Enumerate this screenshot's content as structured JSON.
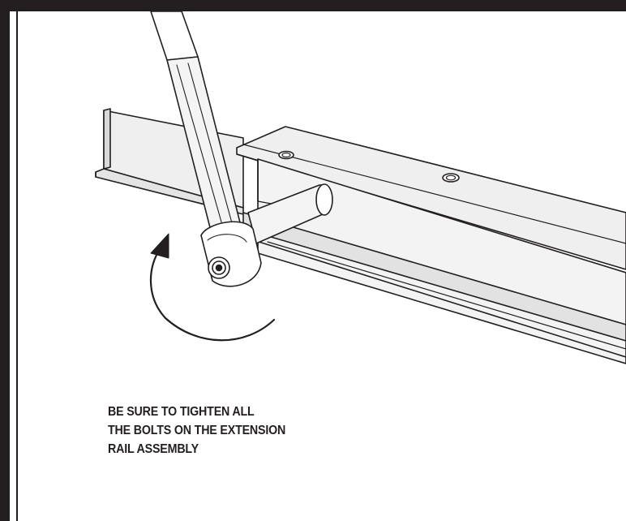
{
  "caption": {
    "lines": [
      "BE SURE TO TIGHTEN ALL",
      "THE BOLTS ON THE EXTENSION",
      "RAIL ASSEMBLY"
    ]
  },
  "colors": {
    "ink": "#231f20",
    "metal_face": "#efefef",
    "metal_shadow": "#d9d9d9",
    "background": "#ffffff"
  },
  "icons": {
    "rotation_arrow": "curved-arrow-icon",
    "tool": "ratchet-wrench-icon",
    "part": "angle-rail-icon"
  }
}
